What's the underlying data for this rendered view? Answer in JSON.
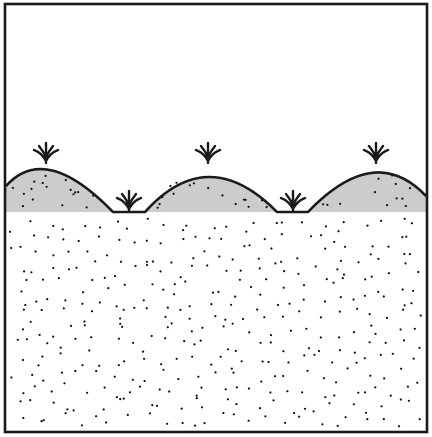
{
  "diagram": {
    "kind": "ridge-and-furrow soil cross-section",
    "ridges": 3,
    "furrows": 2,
    "plants_on_ridges": 3,
    "plants_in_furrows": 2,
    "colors": {
      "frame": "#1a1a1a",
      "ridge_fill": "#cccccc",
      "soil_dots": "#111111",
      "background": "#ffffff"
    },
    "icons": [
      "seedling-icon"
    ]
  }
}
